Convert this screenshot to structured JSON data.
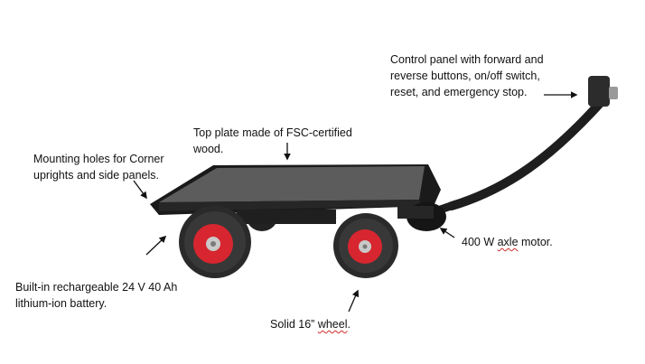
{
  "annotations": {
    "control_panel": {
      "lines": [
        "Control panel with forward and",
        "reverse buttons, on/off switch,",
        "reset, and emergency stop."
      ]
    },
    "top_plate": {
      "lines": [
        "Top plate made of FSC-certified",
        "wood."
      ]
    },
    "mounting_holes": {
      "lines": [
        "Mounting holes for Corner",
        "uprights and side panels."
      ]
    },
    "motor": {
      "number": "400 W ",
      "word": "axle",
      "rest": " motor."
    },
    "battery": {
      "lines": [
        "Built-in rechargeable 24 V 40 Ah",
        "lithium-ion battery."
      ]
    },
    "wheel": {
      "before": "Solid 16” ",
      "word": "wheel",
      "after": "."
    }
  },
  "colors": {
    "text": "#111111",
    "frame": "#1b1b1b",
    "plate": "#5a5a5a",
    "tire": "#2a2a2a",
    "rim": "#d7262f",
    "spellcheck": "#d42a2a"
  }
}
